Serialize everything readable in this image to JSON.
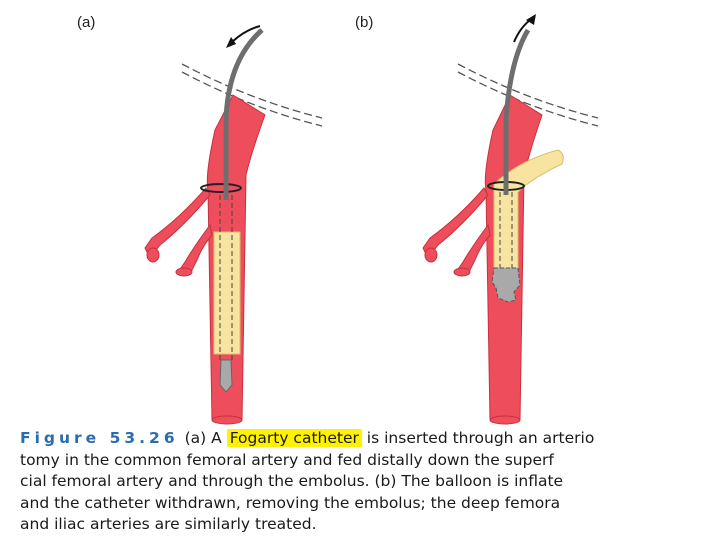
{
  "panels": {
    "a": "(a)",
    "b": "(b)"
  },
  "caption": {
    "figure_number": "Figure 53.26",
    "line1_before": "(a) A ",
    "highlighted_term": "Fogarty catheter",
    "line1_after": " is inserted through an arterio",
    "line2": "tomy in the common femoral artery and fed distally down the superf",
    "line3": "cial femoral artery and through the embolus. (b) The balloon is inflate",
    "line4": "and the catheter withdrawn, removing the embolus; the deep femora",
    "line5": "and iliac arteries are similarly treated."
  },
  "colors": {
    "artery": "#ee4e5c",
    "artery_dark": "#c8303e",
    "embolus": "#f6e4a0",
    "catheter": "#6e6e6e",
    "balloon": "#a9a9a9",
    "fig_number": "#2b6cb0",
    "highlight": "#fff200"
  }
}
